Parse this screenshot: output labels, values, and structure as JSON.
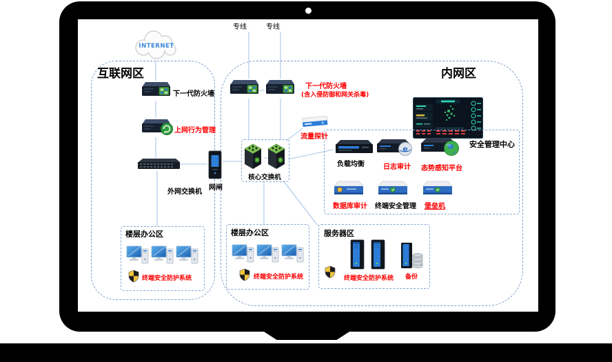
{
  "zones": {
    "internet": "互联网区",
    "intranet": "内网区"
  },
  "cloud": {
    "label": "INTERNET"
  },
  "uplinks": {
    "line1": "专线",
    "line2": "专线"
  },
  "nodes": {
    "ngfw_left": "下一代防火墙",
    "behavior": "上网行为管理",
    "ext_switch": "外网交换机",
    "gap": "网闸",
    "core": "核心交换机",
    "probe": "流量探针",
    "ngfw_right_1": "下一代防火墙",
    "ngfw_right_2": "(含入侵防御和网关杀毒)",
    "lb": "负载均衡",
    "log": "日志审计",
    "situation": "态势感知平台",
    "sec_center": "安全管理中心",
    "db_audit": "数据库审计",
    "term_mgmt": "终端安全管理",
    "bastion": "堡垒机",
    "office1_title": "楼层办公区",
    "office2_title": "楼层办公区",
    "server_title": "服务器区",
    "ep1": "终端安全防护系统",
    "ep2": "终端安全防护系统",
    "ep3": "终端安全防护系统",
    "backup": "备份"
  },
  "colors": {
    "alert_red": "#ff0000",
    "link_blue": "#a9c7e7",
    "zone_border": "#7f9cc9",
    "device_dark": "#16202e",
    "screen_green": "#4aa53e",
    "accent_blue": "#2d7dd8",
    "cube_green": "#7cc455",
    "shield_yellow": "#f0c53a"
  }
}
